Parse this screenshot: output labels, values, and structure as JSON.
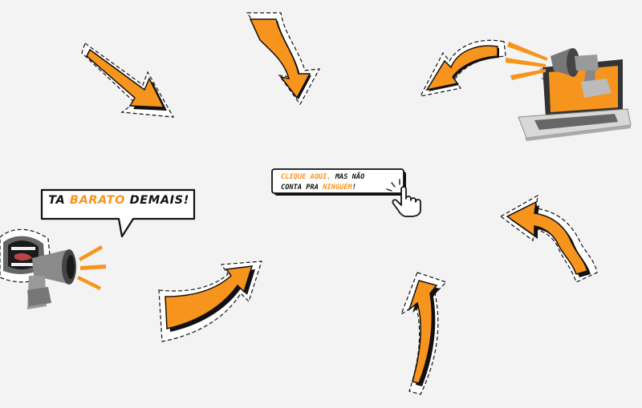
{
  "colors": {
    "accent": "#f7941d",
    "ink": "#111111",
    "background": "#f3f3f3",
    "sticker": "#ffffff"
  },
  "cta": {
    "line1_prefix": "Clique aqui,",
    "line1_suffix": " mas não",
    "line2_prefix": "conta pra ",
    "line2_highlight": "ninguém",
    "line2_suffix": "!",
    "icon": "hand-pointer-icon"
  },
  "speech_bubble": {
    "prefix": "Ta ",
    "highlight": "barato",
    "suffix": " demais!"
  },
  "decor": {
    "arrows": [
      "arrow-down-right-icon",
      "arrow-down-curvy-icon",
      "arrow-curved-left-icon",
      "arrow-up-left-icon",
      "arrow-up-curved-icon",
      "arrow-up-right-icon"
    ],
    "images": [
      "laptop-megaphone-image",
      "shouting-mouth-megaphone-image"
    ]
  }
}
